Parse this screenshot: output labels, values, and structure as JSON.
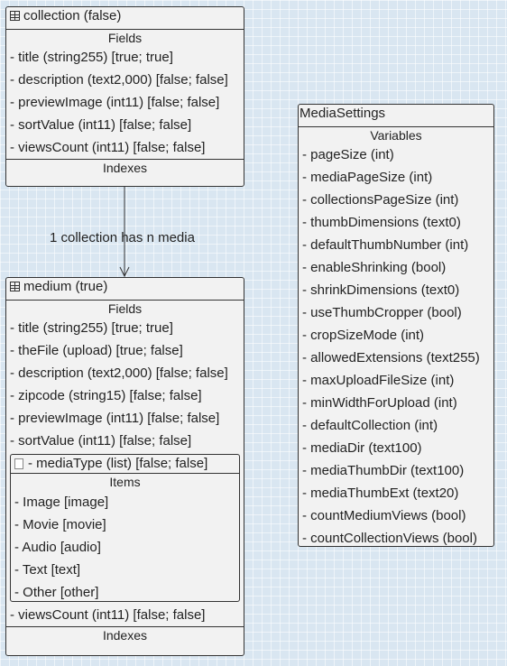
{
  "collection": {
    "title": "collection (false)",
    "fields_label": "Fields",
    "fields": [
      "- title (string255) [true; true]",
      "- description (text2,000) [false; false]",
      "- previewImage (int11) [false; false]",
      "- sortValue (int11) [false; false]",
      "- viewsCount (int11) [false; false]"
    ],
    "indexes_label": "Indexes"
  },
  "association": {
    "label": "1 collection has n media"
  },
  "medium": {
    "title": "medium (true)",
    "fields_label": "Fields",
    "fields": [
      "- title (string255) [true; true]",
      "- theFile (upload) [true; false]",
      "- description (text2,000) [false; false]",
      "- zipcode (string15) [false; false]",
      "- previewImage (int11) [false; false]",
      "- sortValue (int11) [false; false]"
    ],
    "list_field": {
      "title": "- mediaType (list) [false; false]",
      "items_label": "Items",
      "items": [
        "- Image [image]",
        "- Movie [movie]",
        "- Audio [audio]",
        "- Text [text]",
        "- Other [other]"
      ]
    },
    "fields_after": [
      "- viewsCount (int11) [false; false]"
    ],
    "indexes_label": "Indexes"
  },
  "settings": {
    "title": "MediaSettings",
    "variables_label": "Variables",
    "variables": [
      "- pageSize (int)",
      "- mediaPageSize (int)",
      "- collectionsPageSize (int)",
      "- thumbDimensions (text0)",
      "- defaultThumbNumber (int)",
      "- enableShrinking (bool)",
      "- shrinkDimensions (text0)",
      "- useThumbCropper (bool)",
      "- cropSizeMode (int)",
      "- allowedExtensions (text255)",
      "- maxUploadFileSize (int)",
      "- minWidthForUpload (int)",
      "- defaultCollection (int)",
      "- mediaDir (text100)",
      "- mediaThumbDir (text100)",
      "- mediaThumbExt (text20)",
      "- countMediumViews (bool)",
      "- countCollectionViews (bool)"
    ]
  }
}
